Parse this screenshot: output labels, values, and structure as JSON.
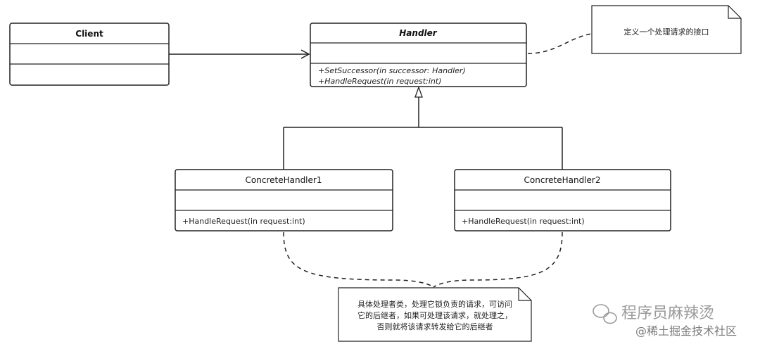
{
  "client": {
    "title": "Client"
  },
  "handler": {
    "title": "Handler",
    "methods": [
      "+SetSuccessor(in successor: Handler)",
      "+HandleRequest(in request:int)"
    ]
  },
  "concrete1": {
    "title": "ConcreteHandler1",
    "method": "+HandleRequest(in request:int)"
  },
  "concrete2": {
    "title": "ConcreteHandler2",
    "method": "+HandleRequest(in request:int)"
  },
  "note_top": {
    "text": "定义一个处理请求的接口"
  },
  "note_bottom": {
    "lines": [
      "具体处理者类，处理它锁负责的请求，可访问",
      "它的后继者，如果可处理该请求，就处理之，",
      "否则就将该请求转发给它的后继者"
    ]
  },
  "watermark": {
    "main": "程序员麻辣烫",
    "sub": "@稀土掘金技术社区"
  }
}
